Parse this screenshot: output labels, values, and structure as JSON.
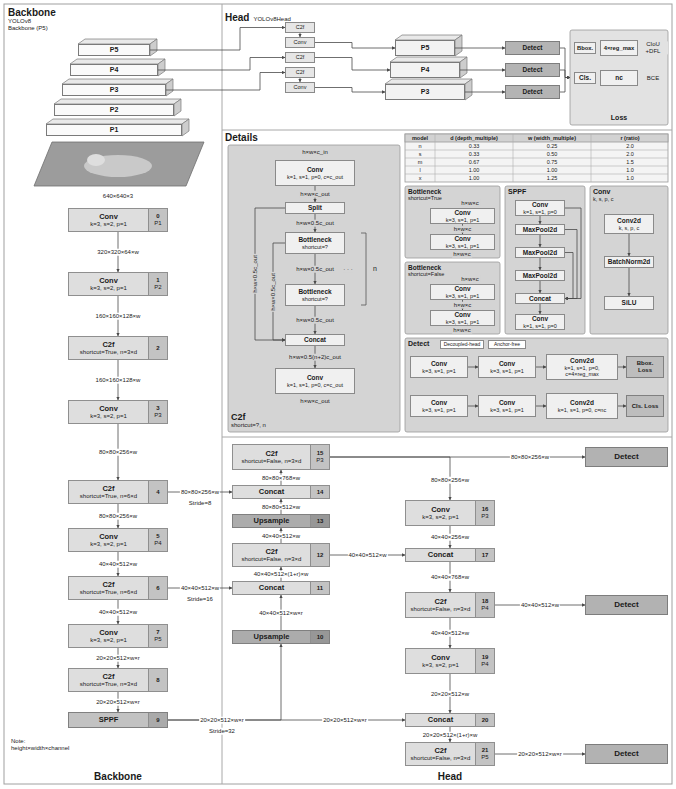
{
  "diagram": {
    "nodes": [
      {
        "text": [
          "Backbone",
          "YOLOv8 Backbone (P5)"
        ]
      },
      {
        "text": [
          "P5"
        ],
        "in": 0
      },
      {
        "text": [
          "P4"
        ],
        "in": 0
      },
      {
        "text": [
          "P3"
        ],
        "in": 0
      },
      {
        "text": [
          "P2"
        ],
        "in": 0
      },
      {
        "text": [
          "P1"
        ],
        "in": 0
      },
      {
        "text": [
          "Head",
          "YOLOv8Head"
        ]
      },
      {
        "text": [
          "C2f"
        ],
        "in": 6
      },
      {
        "text": [
          "Conv"
        ],
        "in": 6
      },
      {
        "text": [
          "C2f"
        ],
        "in": 6
      },
      {
        "text": [
          "C2f"
        ],
        "in": 6
      },
      {
        "text": [
          "Conv"
        ],
        "in": 6
      },
      {
        "text": [
          "P5"
        ],
        "in": 6
      },
      {
        "text": [
          "P4"
        ],
        "in": 6
      },
      {
        "text": [
          "P3"
        ],
        "in": 6
      },
      {
        "text": [
          "Detect"
        ],
        "in": 6
      },
      {
        "text": [
          "Detect"
        ],
        "in": 6
      },
      {
        "text": [
          "Detect"
        ],
        "in": 6
      },
      {
        "text": [
          "Loss"
        ],
        "in": 6
      },
      {
        "text": [
          "Bbox."
        ],
        "in": 18
      },
      {
        "text": [
          "4×reg_max"
        ],
        "in": 18
      },
      {
        "text": [
          "Cls."
        ],
        "in": 18
      },
      {
        "text": [
          "nc"
        ],
        "in": 18
      },
      {
        "text": [
          "Details"
        ]
      },
      {
        "text": [
          "C2f",
          "shortcut=?, n"
        ],
        "in": 23
      },
      {
        "text": [
          "Conv",
          "k=1, s=1, p=0, c=c_out"
        ],
        "in": 24
      },
      {
        "text": [
          "Split"
        ],
        "in": 24
      },
      {
        "text": [
          "Bottleneck",
          "shortcut=?"
        ],
        "in": 24
      },
      {
        "text": [
          "Bottleneck",
          "shortcut=?"
        ],
        "in": 24
      },
      {
        "text": [
          "Concat"
        ],
        "in": 24
      },
      {
        "text": [
          "Conv",
          "k=1, s=1, p=0, c=c_out"
        ],
        "in": 24
      },
      {
        "text": [
          "Bottleneck",
          "shortcut=True"
        ],
        "in": 23
      },
      {
        "text": [
          "Conv",
          "k=3, s=1, p=1"
        ],
        "in": 31
      },
      {
        "text": [
          "Conv",
          "k=3, s=1, p=1"
        ],
        "in": 31
      },
      {
        "text": [
          "Bottleneck",
          "shortcut=False"
        ],
        "in": 23
      },
      {
        "text": [
          "Conv",
          "k=3, s=1, p=1"
        ],
        "in": 34
      },
      {
        "text": [
          "Conv",
          "k=3, s=1, p=1"
        ],
        "in": 34
      },
      {
        "text": [
          "SPPF"
        ],
        "in": 23
      },
      {
        "text": [
          "Conv",
          "k=1, s=1, p=0"
        ],
        "in": 37
      },
      {
        "text": [
          "MaxPool2d"
        ],
        "in": 37
      },
      {
        "text": [
          "MaxPool2d"
        ],
        "in": 37
      },
      {
        "text": [
          "MaxPool2d"
        ],
        "in": 37
      },
      {
        "text": [
          "Concat"
        ],
        "in": 37
      },
      {
        "text": [
          "Conv",
          "k=1, s=1, p=0"
        ],
        "in": 37
      },
      {
        "text": [
          "Conv",
          "k, s, p, c"
        ],
        "in": 23
      },
      {
        "text": [
          "Conv2d",
          "k, s, p, c"
        ],
        "in": 44
      },
      {
        "text": [
          "BatchNorm2d"
        ],
        "in": 44
      },
      {
        "text": [
          "SiLU"
        ],
        "in": 44
      },
      {
        "text": [
          "Detect"
        ],
        "in": 23
      },
      {
        "text": [
          "Decoupled-head"
        ],
        "in": 48
      },
      {
        "text": [
          "Anchor-free"
        ],
        "in": 48
      },
      {
        "text": [
          "Conv",
          "k=3, s=1, p=1"
        ],
        "in": 48
      },
      {
        "text": [
          "Conv",
          "k=3, s=1, p=1"
        ],
        "in": 48
      },
      {
        "text": [
          "Conv2d",
          "k=1, s=1, p=0, c=4×reg_max"
        ],
        "in": 48
      },
      {
        "text": [
          "Bbox. Loss"
        ],
        "in": 48
      },
      {
        "text": [
          "Conv",
          "k=3, s=1, p=1"
        ],
        "in": 48
      },
      {
        "text": [
          "Conv",
          "k=3, s=1, p=1"
        ],
        "in": 48
      },
      {
        "text": [
          "Conv2d",
          "k=1, s=1, p=0, c=nc"
        ],
        "in": 48
      },
      {
        "text": [
          "Cls. Loss"
        ],
        "in": 48
      },
      {
        "text": [
          "Conv",
          "k=3, s=2, p=1",
          "0",
          "P1"
        ]
      },
      {
        "text": [
          "Conv",
          "k=3, s=2, p=1",
          "1",
          "P2"
        ]
      },
      {
        "text": [
          "C2f",
          "shortcut=True, n=3×d",
          "2"
        ]
      },
      {
        "text": [
          "Conv",
          "k=3, s=2, p=1",
          "3",
          "P3"
        ]
      },
      {
        "text": [
          "C2f",
          "shortcut=True, n=6×d",
          "4"
        ]
      },
      {
        "text": [
          "Conv",
          "k=3, s=2, p=1",
          "5",
          "P4"
        ]
      },
      {
        "text": [
          "C2f",
          "shortcut=True, n=6×d",
          "6"
        ]
      },
      {
        "text": [
          "Conv",
          "k=3, s=2, p=1",
          "7",
          "P5"
        ]
      },
      {
        "text": [
          "C2f",
          "shortcut=True, n=3×d",
          "8"
        ]
      },
      {
        "text": [
          "SPPF",
          "9"
        ]
      },
      {
        "text": [
          "Upsample",
          "10"
        ]
      },
      {
        "text": [
          "Concat",
          "11"
        ]
      },
      {
        "text": [
          "C2f",
          "shortcut=False, n=3×d",
          "12"
        ]
      },
      {
        "text": [
          "Upsample",
          "13"
        ]
      },
      {
        "text": [
          "Concat",
          "14"
        ]
      },
      {
        "text": [
          "C2f",
          "shortcut=False, n=3×d",
          "15",
          "P3"
        ]
      },
      {
        "text": [
          "Conv",
          "k=3, s=2, p=1",
          "16",
          "P3"
        ]
      },
      {
        "text": [
          "Concat",
          "17"
        ]
      },
      {
        "text": [
          "C2f",
          "shortcut=False, n=3×d",
          "18",
          "P4"
        ]
      },
      {
        "text": [
          "Conv",
          "k=3, s=2, p=1",
          "19",
          "P4"
        ]
      },
      {
        "text": [
          "Concat",
          "20"
        ]
      },
      {
        "text": [
          "C2f",
          "shortcut=False, n=3×d",
          "21",
          "P5"
        ]
      },
      {
        "text": [
          "Detect"
        ]
      },
      {
        "text": [
          "Detect"
        ]
      },
      {
        "text": [
          "Detect"
        ]
      }
    ],
    "edges": [
      {
        "from": 1,
        "to": 7,
        "arrow": "to"
      },
      {
        "from": 2,
        "to": 9,
        "arrow": "to"
      },
      {
        "from": 3,
        "to": 10,
        "arrow": "to"
      },
      {
        "from": 7,
        "to": 8,
        "arrow": "to"
      },
      {
        "from": 10,
        "to": 11,
        "arrow": "to"
      },
      {
        "from": 8,
        "to": 12,
        "arrow": "to"
      },
      {
        "from": 9,
        "to": 13,
        "arrow": "to"
      },
      {
        "from": 11,
        "to": 14,
        "arrow": "to"
      },
      {
        "from": 12,
        "to": 15,
        "arrow": "to"
      },
      {
        "from": 13,
        "to": 16,
        "arrow": "to"
      },
      {
        "from": 14,
        "to": 17,
        "arrow": "to"
      },
      {
        "from": 15,
        "to": 18,
        "arrow": "to"
      },
      {
        "from": 16,
        "to": 18,
        "arrow": "to"
      },
      {
        "from": 17,
        "to": 18,
        "arrow": "to"
      },
      {
        "from": 25,
        "to": 26,
        "arrow": "to",
        "label": "h×w×c_out"
      },
      {
        "from": 26,
        "to": 27,
        "arrow": "to",
        "label": "h×w×0.5c_out"
      },
      {
        "from": 27,
        "to": 28,
        "arrow": "to",
        "label": "h×w×0.5c_out"
      },
      {
        "from": 28,
        "to": 29,
        "arrow": "to",
        "label": "h×w×0.5c_out"
      },
      {
        "from": 29,
        "to": 30,
        "arrow": "to",
        "label": "h×w×0.5(n+2)c_out"
      },
      {
        "from": 26,
        "to": 29,
        "arrow": "to",
        "label": "h×w×0.5c_out"
      },
      {
        "from": 27,
        "to": 29,
        "arrow": "to",
        "label": "h×w×0.5c_out"
      },
      {
        "from": 32,
        "to": 33,
        "arrow": "to",
        "label": "h×w×c"
      },
      {
        "from": 35,
        "to": 36,
        "arrow": "to",
        "label": "h×w×c"
      },
      {
        "from": 38,
        "to": 39,
        "arrow": "to"
      },
      {
        "from": 39,
        "to": 40,
        "arrow": "to"
      },
      {
        "from": 40,
        "to": 41,
        "arrow": "to"
      },
      {
        "from": 41,
        "to": 42,
        "arrow": "to"
      },
      {
        "from": 42,
        "to": 43,
        "arrow": "to"
      },
      {
        "from": 38,
        "to": 42,
        "arrow": "to"
      },
      {
        "from": 39,
        "to": 42,
        "arrow": "to"
      },
      {
        "from": 40,
        "to": 42,
        "arrow": "to"
      },
      {
        "from": 45,
        "to": 46,
        "arrow": "to"
      },
      {
        "from": 46,
        "to": 47,
        "arrow": "to"
      },
      {
        "from": 51,
        "to": 52,
        "arrow": "to"
      },
      {
        "from": 52,
        "to": 53,
        "arrow": "to"
      },
      {
        "from": 53,
        "to": 54,
        "arrow": "to"
      },
      {
        "from": 55,
        "to": 56,
        "arrow": "to"
      },
      {
        "from": 56,
        "to": 57,
        "arrow": "to"
      },
      {
        "from": 57,
        "to": 58,
        "arrow": "to"
      },
      {
        "from": 59,
        "to": 60,
        "arrow": "to",
        "label": "320×320×64×w"
      },
      {
        "from": 60,
        "to": 61,
        "arrow": "to",
        "label": "160×160×128×w"
      },
      {
        "from": 61,
        "to": 62,
        "arrow": "to",
        "label": "160×160×128×w"
      },
      {
        "from": 62,
        "to": 63,
        "arrow": "to",
        "label": "80×80×256×w"
      },
      {
        "from": 63,
        "to": 64,
        "arrow": "to",
        "label": "80×80×256×w"
      },
      {
        "from": 64,
        "to": 65,
        "arrow": "to",
        "label": "40×40×512×w"
      },
      {
        "from": 65,
        "to": 66,
        "arrow": "to",
        "label": "40×40×512×w"
      },
      {
        "from": 66,
        "to": 67,
        "arrow": "to",
        "label": "20×20×512×w×r"
      },
      {
        "from": 67,
        "to": 68,
        "arrow": "to",
        "label": "20×20×512×w×r"
      },
      {
        "from": 63,
        "to": 73,
        "arrow": "to",
        "label": "80×80×256×w"
      },
      {
        "from": 65,
        "to": 70,
        "arrow": "to",
        "label": "40×40×512×w"
      },
      {
        "from": 68,
        "to": 69,
        "arrow": "to",
        "label": "20×20×512×w×r"
      },
      {
        "from": 68,
        "to": 79,
        "arrow": "to",
        "label": "20×20×512×w×r"
      },
      {
        "from": 69,
        "to": 70,
        "arrow": "to",
        "label": "40×40×512×w×r"
      },
      {
        "from": 70,
        "to": 71,
        "arrow": "to",
        "label": "40×40×512×(1+r)×w"
      },
      {
        "from": 71,
        "to": 72,
        "arrow": "to",
        "label": "40×40×512×w"
      },
      {
        "from": 71,
        "to": 76,
        "arrow": "to",
        "label": "40×40×512×w"
      },
      {
        "from": 72,
        "to": 73,
        "arrow": "to",
        "label": "80×80×512×w"
      },
      {
        "from": 73,
        "to": 74,
        "arrow": "to",
        "label": "80×80×768×w"
      },
      {
        "from": 74,
        "to": 81,
        "arrow": "to",
        "label": "80×80×256×w"
      },
      {
        "from": 74,
        "to": 75,
        "arrow": "to",
        "label": "80×80×256×w"
      },
      {
        "from": 75,
        "to": 76,
        "arrow": "to",
        "label": "40×40×256×w"
      },
      {
        "from": 76,
        "to": 77,
        "arrow": "to",
        "label": "40×40×768×w"
      },
      {
        "from": 77,
        "to": 82,
        "arrow": "to",
        "label": "40×40×512×w"
      },
      {
        "from": 77,
        "to": 78,
        "arrow": "to",
        "label": "40×40×512×w"
      },
      {
        "from": 78,
        "to": 79,
        "arrow": "to",
        "label": "20×20×512×w"
      },
      {
        "from": 79,
        "to": 80,
        "arrow": "to",
        "label": "20×20×512×(1+r)×w"
      },
      {
        "from": 80,
        "to": 83,
        "arrow": "to",
        "label": "20×20×512×w×r"
      }
    ],
    "labels": [
      "640×640×3",
      "Stride=8",
      "Stride=16",
      "Stride=32",
      "Note: height×width×channel",
      "Backbone",
      "Head",
      "CIoU +DFL",
      "BCE",
      "h×w×c_in",
      "h×w×c_out",
      "· · ·",
      "n",
      "h×w×c",
      "h×w×c",
      "h×w×c",
      "h×w×c",
      "model",
      "d (depth_multiple)",
      "w (width_multiple)",
      "r (ratio)",
      "n",
      "0.33",
      "0.25",
      "2.0",
      "s",
      "0.33",
      "0.50",
      "2.0",
      "m",
      "0.67",
      "0.75",
      "1.5",
      "l",
      "1.00",
      "1.00",
      "1.0",
      "x",
      "1.00",
      "1.25",
      "1.0"
    ]
  }
}
